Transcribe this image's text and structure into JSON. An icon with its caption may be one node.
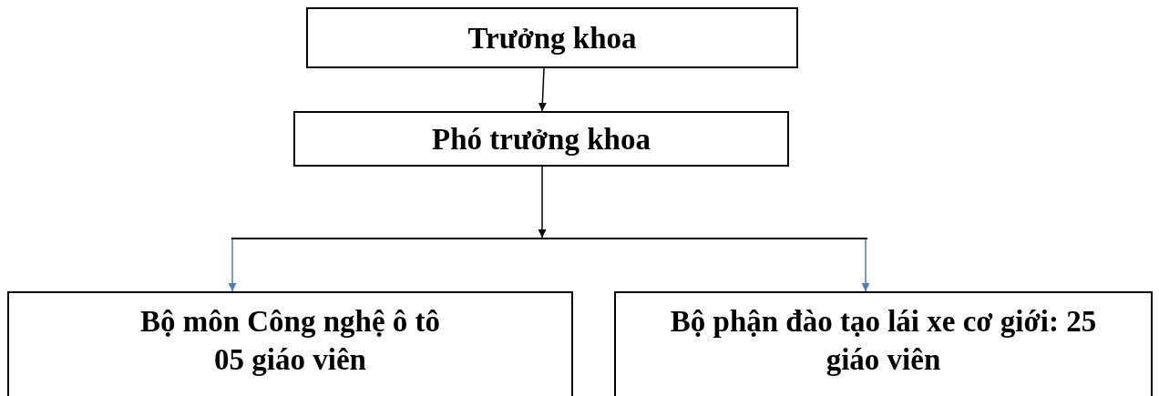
{
  "diagram": {
    "nodes": [
      {
        "text": [
          "Trưởng khoa"
        ]
      },
      {
        "text": [
          "Phó trưởng khoa"
        ]
      },
      {
        "text": [],
        "shape": "bar"
      },
      {
        "text": [
          "Bộ môn Công nghệ ô tô",
          "05 giáo viên"
        ]
      },
      {
        "text": [
          "Bộ phận đào tạo lái xe cơ giới: 25 giáo viên"
        ]
      }
    ],
    "edges": [
      {
        "from": 0,
        "to": 1,
        "arrow": "to"
      },
      {
        "from": 1,
        "to": 2,
        "arrow": "to"
      },
      {
        "from": 2,
        "to": 3,
        "arrow": "to",
        "color": "#4a7ebb"
      },
      {
        "from": 2,
        "to": 4,
        "arrow": "to",
        "color": "#4a7ebb"
      }
    ]
  }
}
